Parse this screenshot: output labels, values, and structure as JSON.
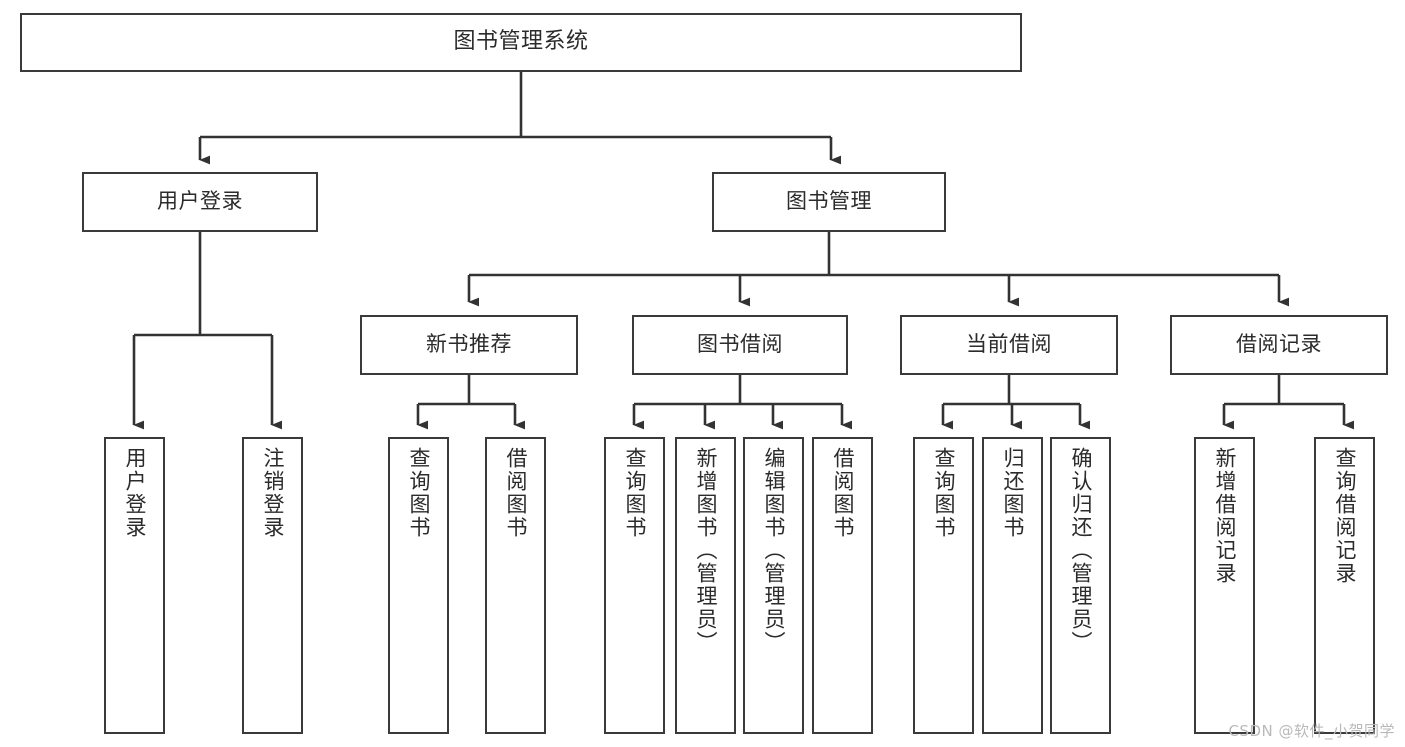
{
  "diagram": {
    "title": "图书管理系统",
    "type": "tree",
    "watermark": "CSDN @软件_小贺同学",
    "colors": {
      "box_stroke": "#3a3a3a",
      "line": "#333333",
      "background": "#ffffff",
      "text": "#2b2b2b",
      "watermark": "#b9b9b9"
    },
    "levels": [
      {
        "level": 1,
        "nodes": [
          {
            "id": "root",
            "label": "图书管理系统",
            "orientation": "horizontal"
          }
        ]
      },
      {
        "level": 2,
        "nodes": [
          {
            "id": "login",
            "label": "用户登录",
            "orientation": "horizontal",
            "parent": "root"
          },
          {
            "id": "bookmgmt",
            "label": "图书管理",
            "orientation": "horizontal",
            "parent": "root"
          }
        ]
      },
      {
        "level": 3,
        "nodes": [
          {
            "id": "newbook",
            "label": "新书推荐",
            "orientation": "horizontal",
            "parent": "bookmgmt"
          },
          {
            "id": "borrow",
            "label": "图书借阅",
            "orientation": "horizontal",
            "parent": "bookmgmt"
          },
          {
            "id": "current",
            "label": "当前借阅",
            "orientation": "horizontal",
            "parent": "bookmgmt"
          },
          {
            "id": "records",
            "label": "借阅记录",
            "orientation": "horizontal",
            "parent": "bookmgmt"
          }
        ]
      },
      {
        "level": 4,
        "nodes": [
          {
            "id": "leaf1",
            "label": "用户登录",
            "orientation": "vertical",
            "parent": "login"
          },
          {
            "id": "leaf2",
            "label": "注销登录",
            "orientation": "vertical",
            "parent": "login"
          },
          {
            "id": "leaf3",
            "label": "查询图书",
            "orientation": "vertical",
            "parent": "newbook"
          },
          {
            "id": "leaf4",
            "label": "借阅图书",
            "orientation": "vertical",
            "parent": "newbook"
          },
          {
            "id": "leaf5",
            "label": "查询图书",
            "orientation": "vertical",
            "parent": "borrow"
          },
          {
            "id": "leaf6",
            "label": "新增图书（管理员）",
            "orientation": "vertical",
            "parent": "borrow"
          },
          {
            "id": "leaf7",
            "label": "编辑图书（管理员）",
            "orientation": "vertical",
            "parent": "borrow"
          },
          {
            "id": "leaf8",
            "label": "借阅图书",
            "orientation": "vertical",
            "parent": "borrow"
          },
          {
            "id": "leaf9",
            "label": "查询图书",
            "orientation": "vertical",
            "parent": "current"
          },
          {
            "id": "leaf10",
            "label": "归还图书",
            "orientation": "vertical",
            "parent": "current"
          },
          {
            "id": "leaf11",
            "label": "确认归还（管理员）",
            "orientation": "vertical",
            "parent": "current"
          },
          {
            "id": "leaf12",
            "label": "新增借阅记录",
            "orientation": "vertical",
            "parent": "records"
          },
          {
            "id": "leaf13",
            "label": "查询借阅记录",
            "orientation": "vertical",
            "parent": "records"
          }
        ]
      }
    ]
  }
}
